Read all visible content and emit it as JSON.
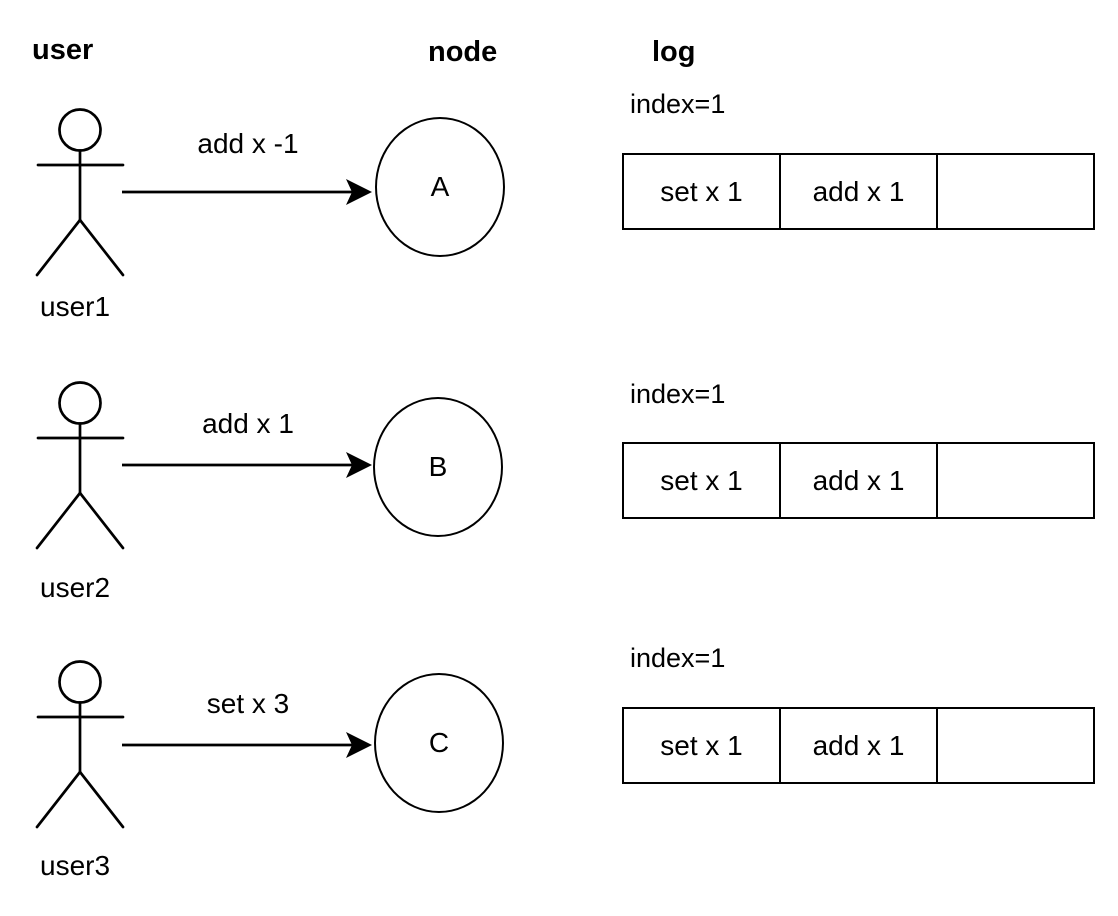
{
  "diagram": {
    "columns": {
      "user": "user",
      "node": "node",
      "log": "log"
    }
  },
  "rows": [
    {
      "user_label": "user1",
      "message": "add x -1",
      "node_label": "A",
      "log": {
        "index_label": "index=1",
        "cells": [
          "set x 1",
          "add x 1",
          ""
        ]
      }
    },
    {
      "user_label": "user2",
      "message": "add x 1",
      "node_label": "B",
      "log": {
        "index_label": "index=1",
        "cells": [
          "set x 1",
          "add x 1",
          ""
        ]
      }
    },
    {
      "user_label": "user3",
      "message": "set x 3",
      "node_label": "C",
      "log": {
        "index_label": "index=1",
        "cells": [
          "set x 1",
          "add x 1",
          ""
        ]
      }
    }
  ],
  "colors": {
    "stroke": "#000000",
    "background": "#ffffff",
    "text": "#000000"
  }
}
